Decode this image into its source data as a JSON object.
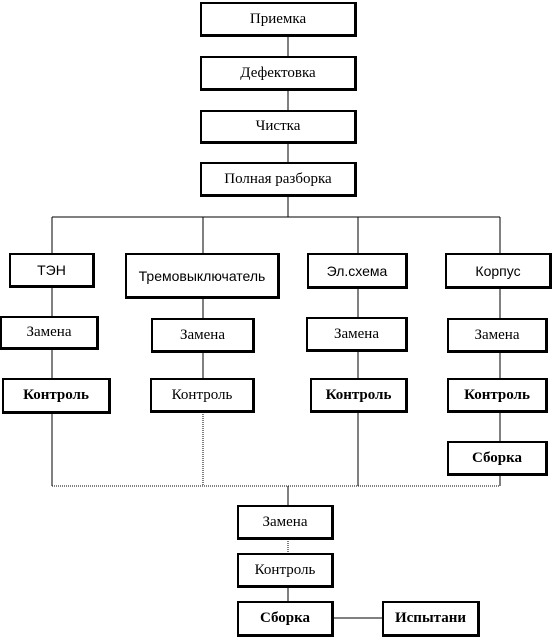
{
  "boxes": {
    "priemka": "Приемка",
    "defektovka": "Дефектовка",
    "chistka": "Чистка",
    "razborka": "Полная разборка",
    "ten": "ТЭН",
    "termo": "Тремовыключатель",
    "elschema": "Эл.схема",
    "korpus": "Корпус",
    "zamena1": "Замена",
    "zamena2": "Замена",
    "zamena3": "Замена",
    "zamena4": "Замена",
    "kontrol1": "Контроль",
    "kontrol2": "Контроль",
    "kontrol3": "Контроль",
    "kontrol4": "Контроль",
    "sborka4": "Сборка",
    "zamena_final": "Замена",
    "kontrol_final": "Контроль",
    "sborka_final": "Сборка",
    "ispytanie": "Испытани"
  }
}
